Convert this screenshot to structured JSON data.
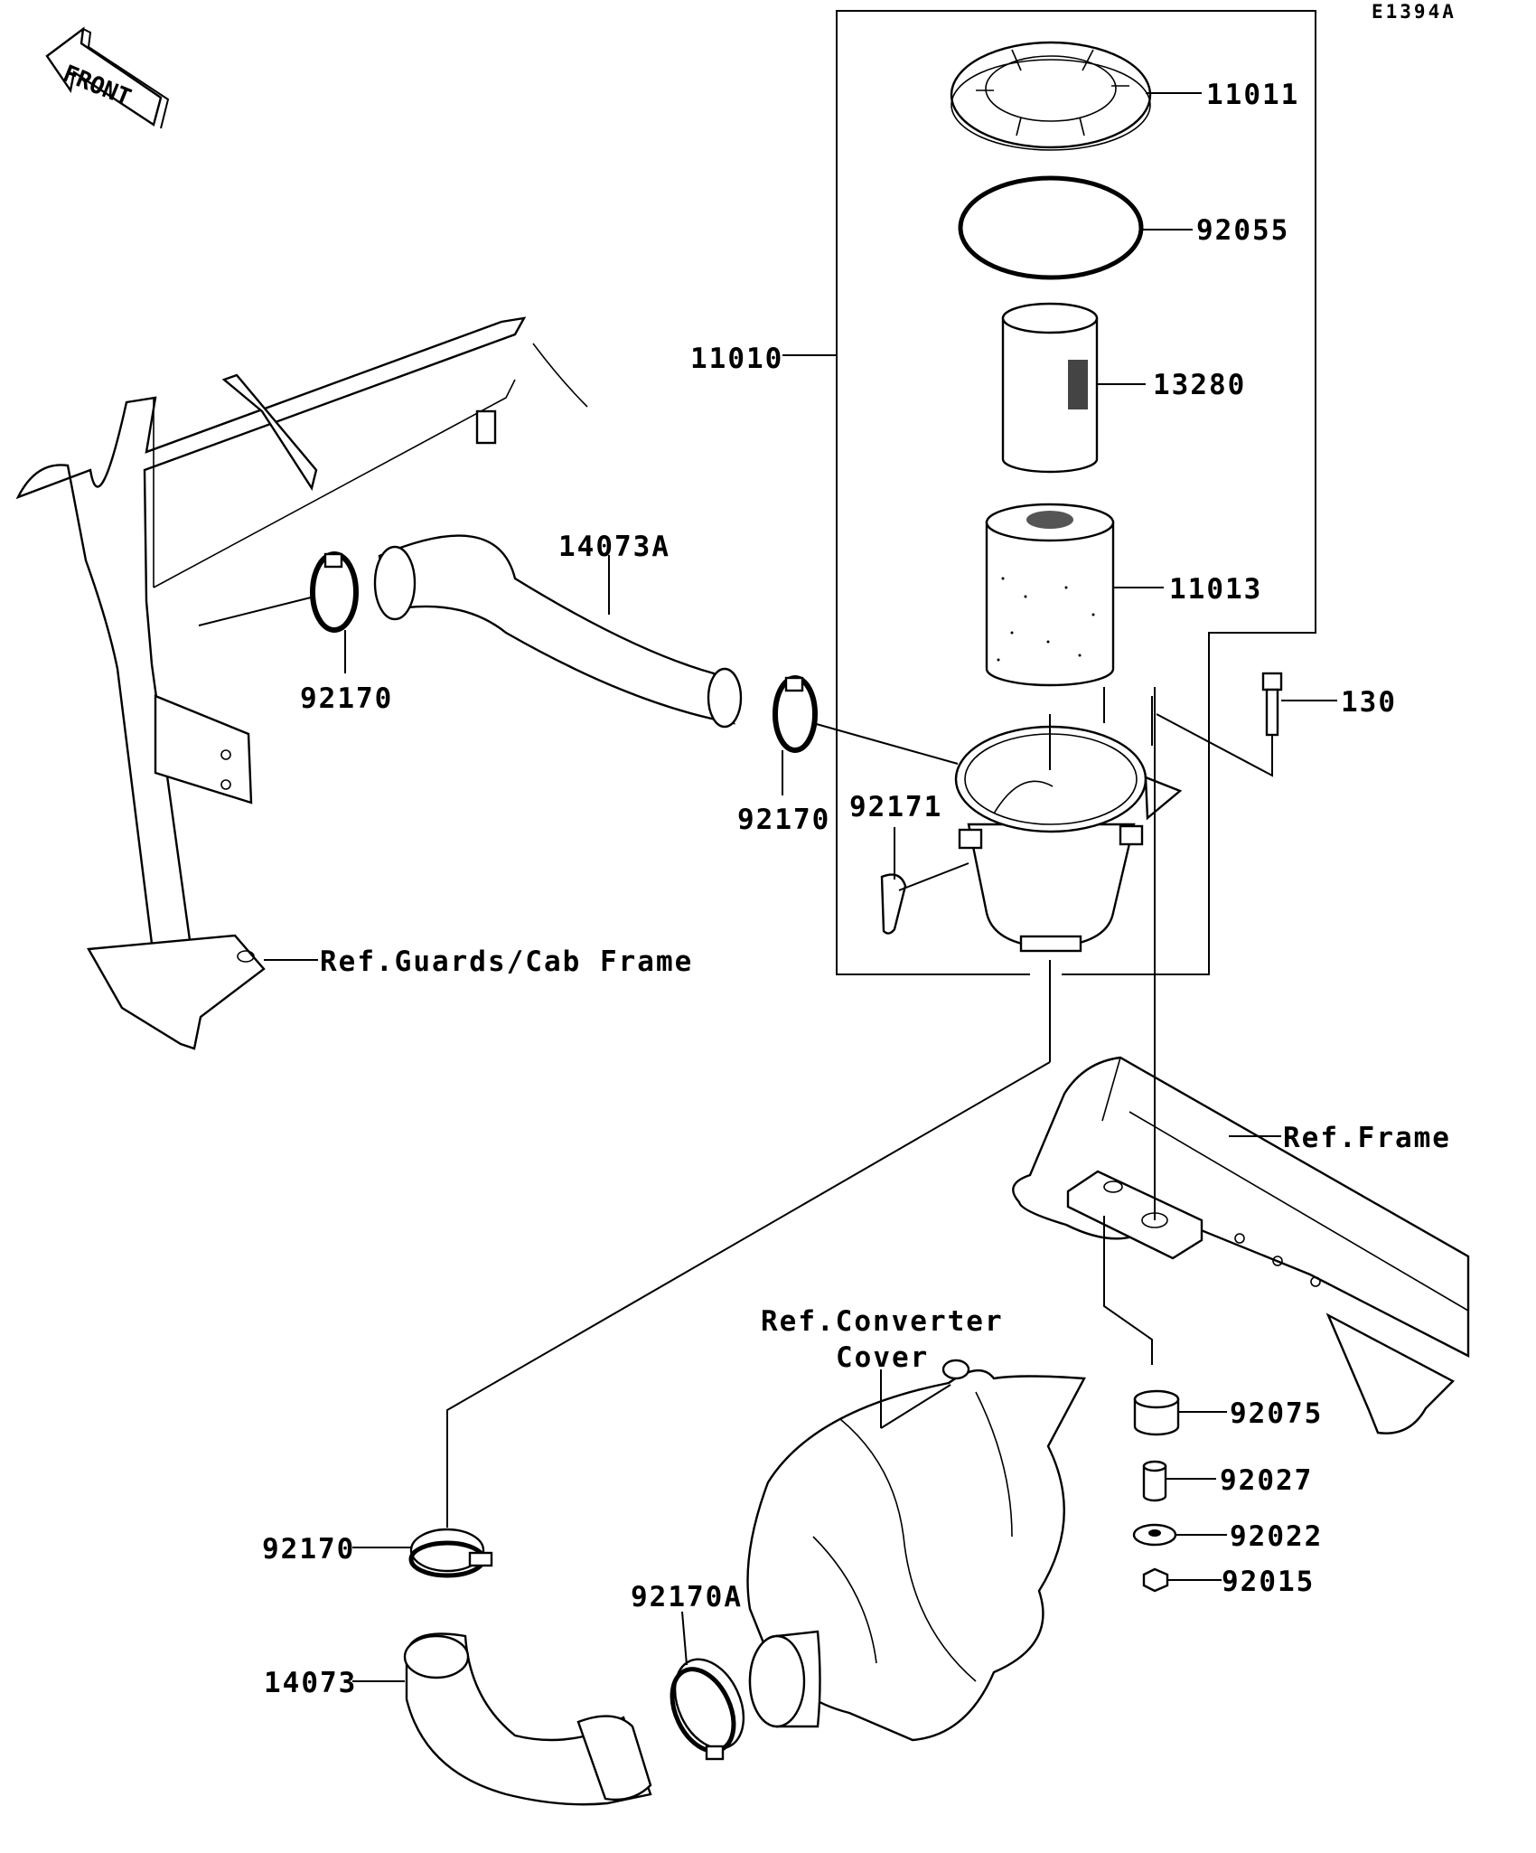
{
  "diagram_code": "E1394A",
  "front_label": "FRONT",
  "parts": {
    "p11011": "11011",
    "p92055": "92055",
    "p11010": "11010",
    "p13280": "13280",
    "p14073A": "14073A",
    "p11013": "11013",
    "p130": "130",
    "p92170_left": "92170",
    "p92170_mid": "92170",
    "p92171": "92171",
    "p92170_low": "92170",
    "p92170A": "92170A",
    "p14073": "14073",
    "p92075": "92075",
    "p92027": "92027",
    "p92022": "92022",
    "p92015": "92015"
  },
  "references": {
    "guards_cab_frame": "Ref.Guards/Cab Frame",
    "frame": "Ref.Frame",
    "converter_cover_line1": "Ref.Converter",
    "converter_cover_line2": "Cover"
  }
}
